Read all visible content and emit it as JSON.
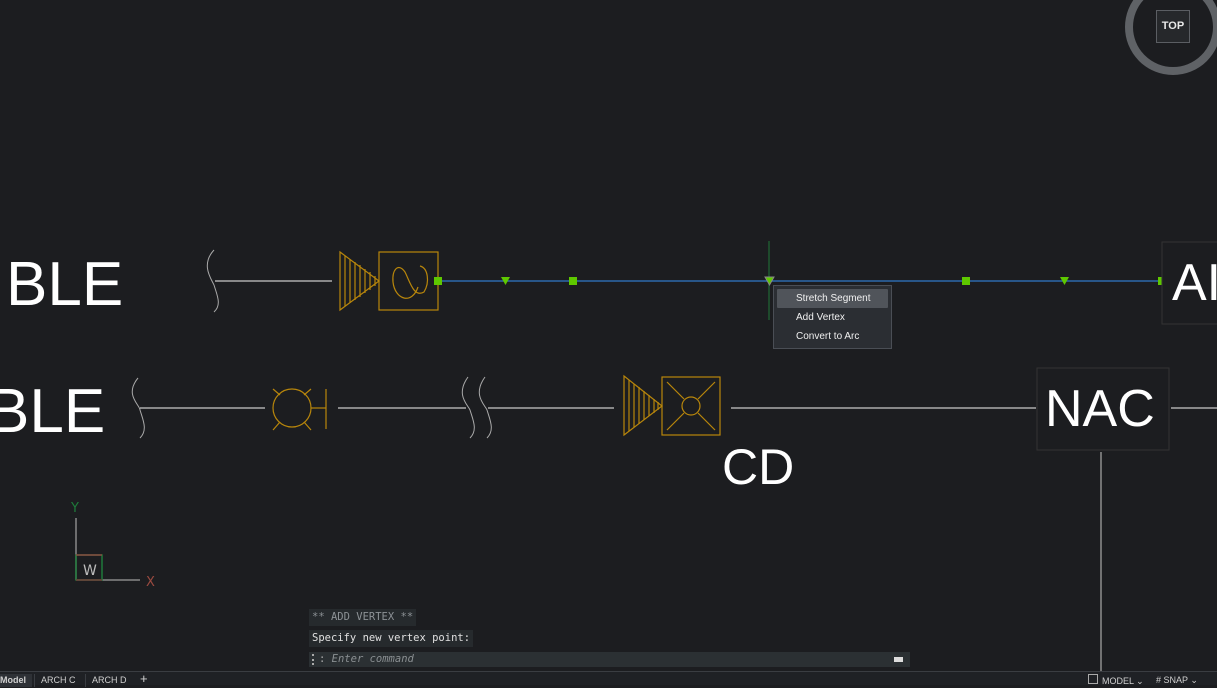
{
  "drawing": {
    "labels": {
      "row1_left": "BLE",
      "row2_left": "BLE",
      "cd": "CD",
      "nac": "NAC",
      "right_partial": "AI"
    },
    "ucs": {
      "x_label": "X",
      "y_label": "Y",
      "w_label": "W"
    },
    "colors": {
      "background": "#1c1d20",
      "wire": "#c8c8c8",
      "symbol": "#b8860b",
      "selected_polyline": "#2f7ac8",
      "grip": "#5ec800"
    }
  },
  "viewcube": {
    "face_label": "TOP"
  },
  "context_menu": {
    "items": [
      "Stretch Segment",
      "Add Vertex",
      "Convert to Arc"
    ],
    "highlighted": 0
  },
  "command_line": {
    "history": [
      "** ADD VERTEX **",
      "Specify new vertex point:"
    ],
    "prompt": ":",
    "placeholder": "Enter command"
  },
  "status_bar": {
    "tabs": [
      "Model",
      "ARCH C",
      "ARCH D"
    ],
    "active_tab": "Model",
    "add_tab_icon": "plus-icon",
    "right_items": [
      "MODEL",
      "SNAP"
    ]
  }
}
